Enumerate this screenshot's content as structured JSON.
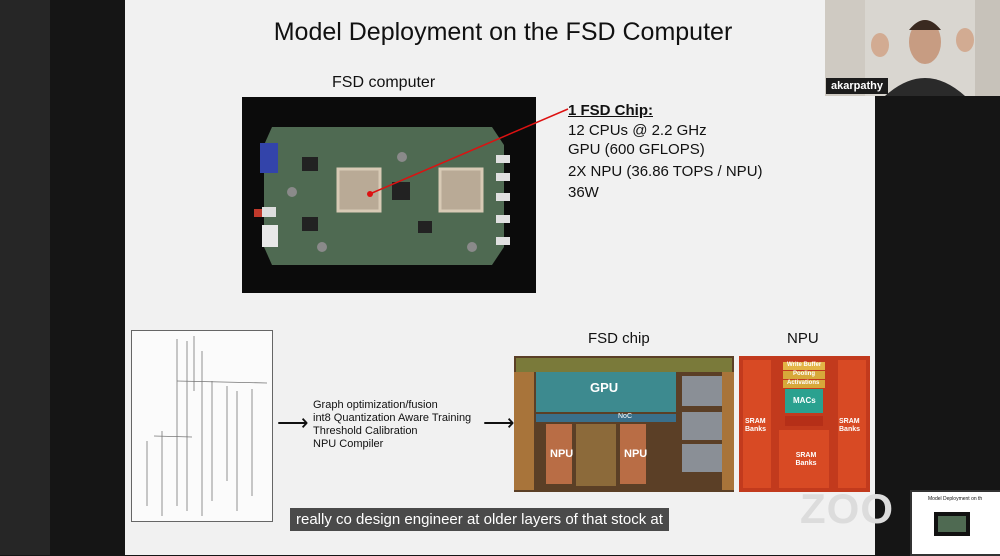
{
  "slide": {
    "title": "Model Deployment on the FSD Computer",
    "fsd_computer_label": "FSD computer",
    "spec_heading": "1 FSD Chip:",
    "specs": [
      "12 CPUs @ 2.2 GHz",
      "GPU (600 GFLOPS)",
      "2X NPU (36.86 TOPS / NPU)",
      "36W"
    ],
    "optimizations": [
      "Graph optimization/fusion",
      "int8 Quantization Aware Training",
      "Threshold Calibration",
      "NPU Compiler"
    ],
    "fsd_chip_label": "FSD chip",
    "npu_label": "NPU",
    "chip_die_labels": {
      "gpu": "GPU",
      "noc": "NoC",
      "npu_left": "NPU",
      "npu_right": "NPU"
    },
    "npu_die_labels": {
      "write_buffer": "Write Buffer",
      "pooling": "Pooling",
      "activations": "Activations",
      "macs": "MACs",
      "sram_left": "SRAM Banks",
      "sram_right": "SRAM Banks",
      "sram_bottom": "SRAM Banks"
    }
  },
  "caption": "really co design engineer at older layers of that stock at",
  "speaker": {
    "name": "akarpathy"
  },
  "watermark": "ZOO",
  "thumbnail": {
    "title": "Model Deployment on th"
  },
  "colors": {
    "slide_bg": "#f1f1f1",
    "caption_bg": "#4a4a4a",
    "npu_red": "#c23a1d"
  }
}
